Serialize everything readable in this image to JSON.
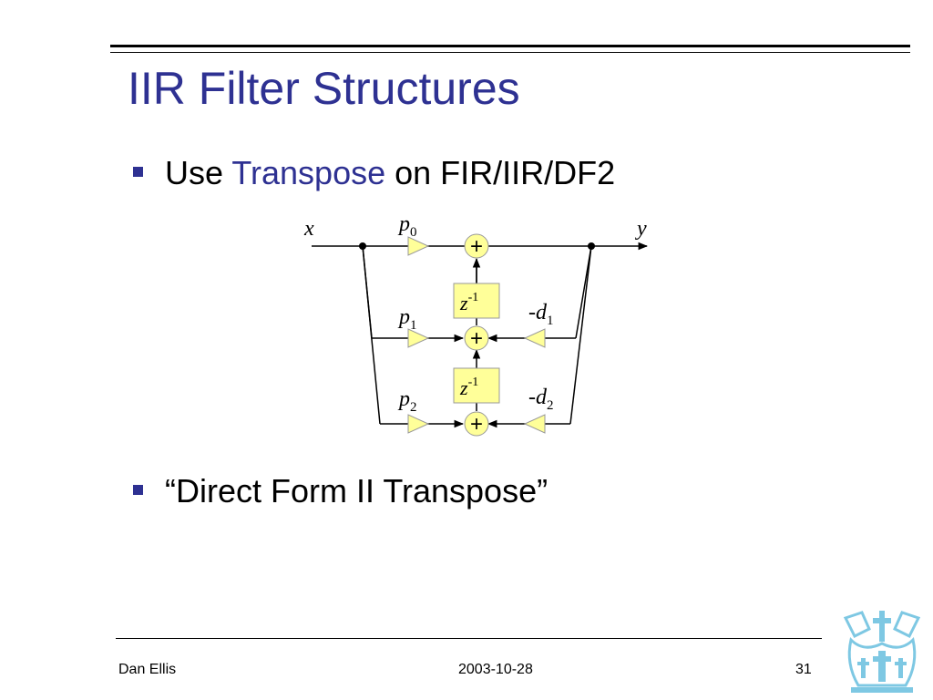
{
  "slide": {
    "title": "IIR Filter Structures",
    "bullets": [
      {
        "prefix": "Use ",
        "highlight": "Transpose",
        "suffix": " on FIR/IIR/DF2"
      },
      {
        "text": "“Direct Form II Transpose”"
      }
    ]
  },
  "diagram": {
    "input_label": "x",
    "output_label": "y",
    "gains": [
      {
        "base": "p",
        "sub": "0"
      },
      {
        "base": "p",
        "sub": "1"
      },
      {
        "base": "p",
        "sub": "2"
      }
    ],
    "feedback_gains": [
      {
        "base": "-d",
        "sub": "1"
      },
      {
        "base": "-d",
        "sub": "2"
      }
    ],
    "delays": [
      {
        "base": "z",
        "sup": "-1"
      },
      {
        "base": "z",
        "sup": "-1"
      }
    ],
    "adder_symbol": "+",
    "colors": {
      "block_fill": "#ffff99",
      "block_stroke": "#999999",
      "triangle_fill": "#ffff99",
      "line": "#000000"
    }
  },
  "footer": {
    "author": "Dan Ellis",
    "date": "2003-10-28",
    "page": "31"
  },
  "logo": {
    "icon": "columbia-crown-logo",
    "color": "#7ec8e3"
  }
}
